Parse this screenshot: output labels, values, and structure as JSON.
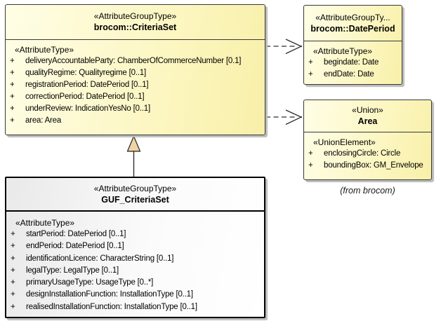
{
  "diagram": {
    "annotation": "(from brocom)",
    "colors": {
      "box_fill_yellow": "#FBF4B8",
      "box_fill_gray": "#F2F2F2",
      "border_dark": "#383838",
      "shadow": "#BCBCBC",
      "generalization_triangle_fill": "#EFD5A4",
      "text": "#000000"
    },
    "boxes": [
      {
        "id": "criteriaset",
        "stereotype": "«AttributeGroupType»",
        "name": "brocom::CriteriaSet",
        "body_stereotype": "«AttributeType»",
        "attributes": [
          {
            "vis": "+",
            "text": "deliveryAccountableParty: ChamberOfCommerceNumber [0.1]"
          },
          {
            "vis": "+",
            "text": "qualityRegime: Qualityregime [0..1]"
          },
          {
            "vis": "+",
            "text": "registrationPeriod: DatePeriod [0..1]"
          },
          {
            "vis": "+",
            "text": "correctionPeriod: DatePeriod [0..1]"
          },
          {
            "vis": "+",
            "text": "underReview: IndicationYesNo [0..1]"
          },
          {
            "vis": "+",
            "text": "area: Area"
          }
        ]
      },
      {
        "id": "dateperiod",
        "stereotype": "«AttributeGroupTy...",
        "name": "brocom::DatePeriod",
        "body_stereotype": "«AttributeType»",
        "attributes": [
          {
            "vis": "+",
            "text": "begindate: Date"
          },
          {
            "vis": "+",
            "text": "endDate: Date"
          }
        ]
      },
      {
        "id": "area",
        "stereotype": "«Union»",
        "name": "Area",
        "body_stereotype": "«UnionElement»",
        "attributes": [
          {
            "vis": "+",
            "text": "enclosingCircle: Circle"
          },
          {
            "vis": "+",
            "text": "boundingBox: GM_Envelope"
          }
        ]
      },
      {
        "id": "guf_criteriaset",
        "stereotype": "«AttributeGroupType»",
        "name": "GUF_CriteriaSet",
        "body_stereotype": "«AttributeType»",
        "attributes": [
          {
            "vis": "+",
            "text": "startPeriod: DatePeriod [0..1]"
          },
          {
            "vis": "+",
            "text": "endPeriod: DatePeriod [0..1]"
          },
          {
            "vis": "+",
            "text": "identificationLicence: CharacterString [0..1]"
          },
          {
            "vis": "+",
            "text": "legalType: LegalType [0..1]"
          },
          {
            "vis": "+",
            "text": "primaryUsageType: UsageType [0..*]"
          },
          {
            "vis": "+",
            "text": "designInstallationFunction: InstallationType [0..1]"
          },
          {
            "vis": "+",
            "text": "realisedInstallationFunction: InstallationType [0..1]"
          }
        ]
      }
    ]
  }
}
